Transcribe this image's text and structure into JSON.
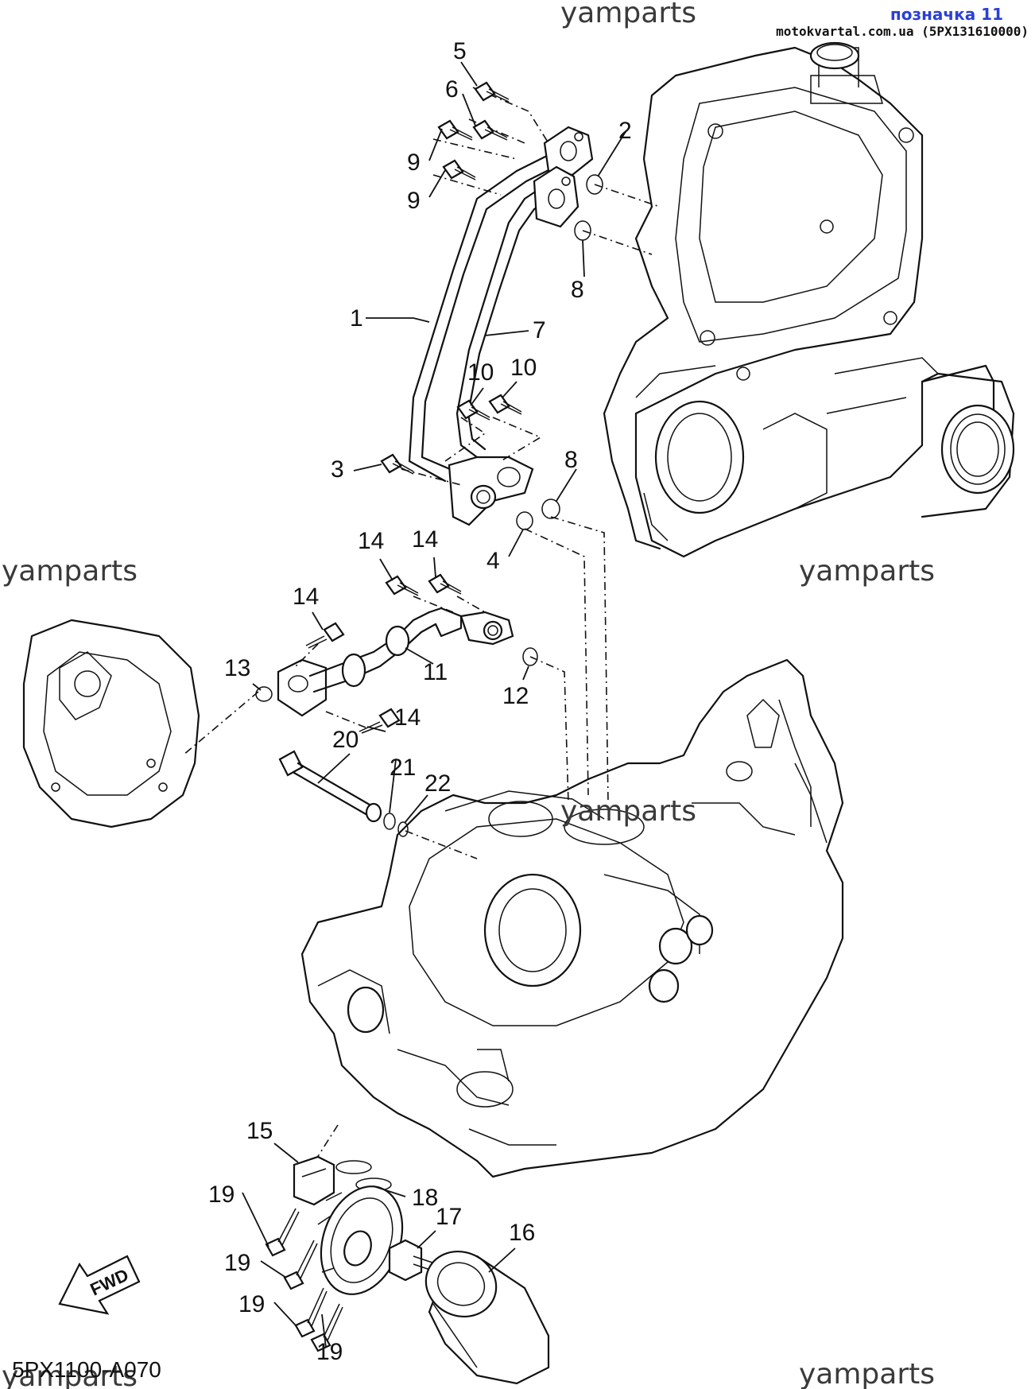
{
  "header": {
    "title": "позначка 11",
    "source": "motokvartal.com.ua (5PX131610000)"
  },
  "watermarks": [
    "yamparts",
    "yamparts",
    "yamparts",
    "yamparts",
    "yamparts",
    "yamparts"
  ],
  "diagram_code": "5PX1100-A070",
  "fwd_label": "FWD",
  "callouts": [
    "1",
    "2",
    "3",
    "4",
    "5",
    "6",
    "7",
    "8",
    "8",
    "9",
    "9",
    "10",
    "10",
    "11",
    "12",
    "13",
    "14",
    "14",
    "14",
    "14",
    "15",
    "16",
    "17",
    "18",
    "19",
    "19",
    "19",
    "19",
    "20",
    "21",
    "22"
  ]
}
